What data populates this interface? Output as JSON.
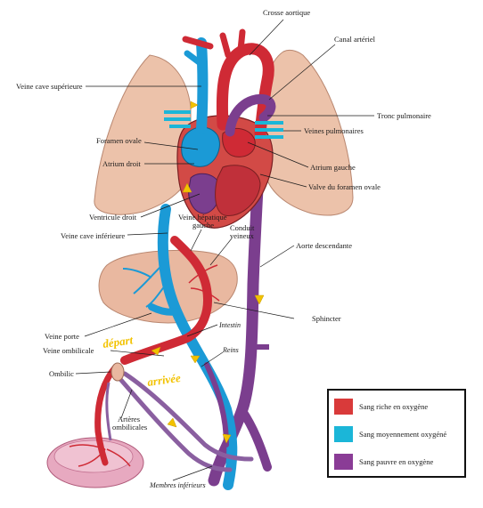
{
  "labels": {
    "crosse_aortique": "Crosse aortique",
    "canal_arteriel": "Canal artériel",
    "veine_cave_sup": "Veine cave supérieure",
    "tronc_pulmonaire": "Tronc pulmonaire",
    "veines_pulmonaires": "Veines pulmonaires",
    "foramen_ovale": "Foramen ovale",
    "atrium_droit": "Atrium droit",
    "atrium_gauche": "Atrium gauche",
    "valve_foramen": "Valve du foramen ovale",
    "ventricule_droit": "Ventricule droit",
    "veine_hepatique_1": "Veine hépatique",
    "veine_hepatique_2": "gauche",
    "conduit_1": "Conduit",
    "conduit_2": "veineux",
    "veine_cave_inf": "Veine cave inférieure",
    "aorte_desc": "Aorte descendante",
    "sphincter": "Sphincter",
    "intestin": "Intestin",
    "veine_porte": "Veine porte",
    "veine_ombilicale": "Veine ombilicale",
    "reins": "Reins",
    "ombilic": "Ombilic",
    "arteres_1": "Artères",
    "arteres_2": "ombilicales",
    "membres": "Membres inférieurs",
    "depart": "départ",
    "arrivee": "arrivée"
  },
  "legend": [
    {
      "label": "Sang riche en oxygène",
      "color": "#d93a3a"
    },
    {
      "label": "Sang moyennement oxygéné",
      "color": "#1bb6d8"
    },
    {
      "label": "Sang pauvre en oxygène",
      "color": "#8a3c96"
    }
  ],
  "colors": {
    "red": "#cf2a35",
    "blue": "#1b9ad6",
    "purple": "#7b3e8e",
    "lung": "#ecc2aa",
    "liver": "#e9b8a0",
    "placenta": "#e7a9c0",
    "annotation": "#f2c200"
  }
}
